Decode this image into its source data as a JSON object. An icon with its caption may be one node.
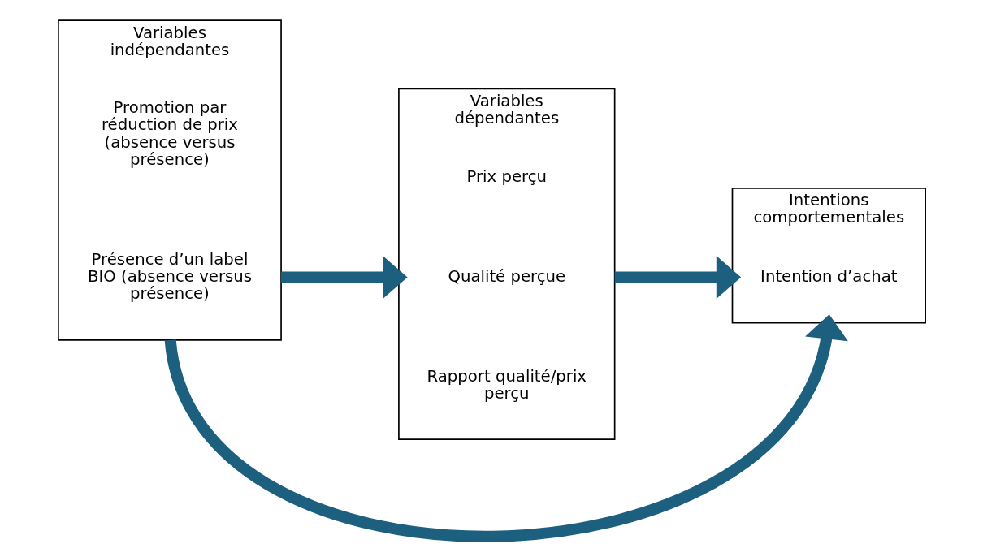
{
  "diagram": {
    "nodes": [
      {
        "text": [
          "Variables indépendantes"
        ]
      },
      {
        "text": [
          "Promotion par réduction de prix (absence versus présence)"
        ],
        "in": 0
      },
      {
        "text": [
          "Présence d’un label BIO (absence versus présence)"
        ],
        "in": 0
      },
      {
        "text": [
          "Variables dépendantes"
        ]
      },
      {
        "text": [
          "Prix perçu"
        ],
        "in": 3
      },
      {
        "text": [
          "Qualité perçue"
        ],
        "in": 3
      },
      {
        "text": [
          "Rapport qualité/prix perçu"
        ],
        "in": 3
      },
      {
        "text": [
          "Intentions comportementales"
        ]
      },
      {
        "text": [
          "Intention d’achat"
        ],
        "in": 7
      }
    ],
    "edges": [
      {
        "from": 0,
        "to": 3,
        "arrow": "to"
      },
      {
        "from": 3,
        "to": 7,
        "arrow": "to"
      },
      {
        "from": 0,
        "to": 7,
        "arrow": "to"
      }
    ]
  }
}
